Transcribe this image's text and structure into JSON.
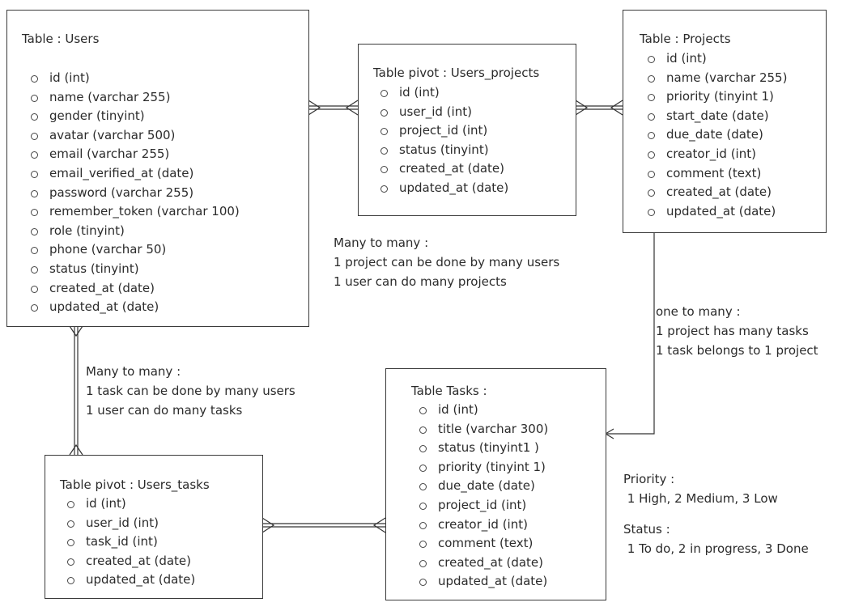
{
  "tables": {
    "users": {
      "title": "Table : Users",
      "fields": [
        "id (int)",
        "name (varchar 255)",
        "gender (tinyint)",
        "avatar (varchar 500)",
        "email (varchar 255)",
        "email_verified_at (date)",
        "password (varchar 255)",
        "remember_token (varchar 100)",
        "role (tinyint)",
        "phone (varchar 50)",
        "status (tinyint)",
        "created_at (date)",
        "updated_at (date)"
      ]
    },
    "users_projects": {
      "title": "Table pivot : Users_projects",
      "fields": [
        "id (int)",
        "user_id (int)",
        "project_id (int)",
        "status (tinyint)",
        "created_at (date)",
        "updated_at (date)"
      ]
    },
    "projects": {
      "title": "Table : Projects",
      "fields": [
        "id (int)",
        "name (varchar 255)",
        "priority (tinyint 1)",
        "start_date (date)",
        "due_date (date)",
        "creator_id (int)",
        "comment (text)",
        "created_at (date)",
        "updated_at (date)"
      ]
    },
    "tasks": {
      "title": "Table Tasks :",
      "fields": [
        "id (int)",
        "title (varchar 300)",
        "status (tinyint1 )",
        "priority (tinyint 1)",
        "due_date (date)",
        "project_id (int)",
        "creator_id (int)",
        "comment (text)",
        "created_at (date)",
        "updated_at (date)"
      ]
    },
    "users_tasks": {
      "title": "Table pivot : Users_tasks",
      "fields": [
        "id (int)",
        "user_id (int)",
        "task_id (int)",
        "created_at (date)",
        "updated_at (date)"
      ]
    }
  },
  "notes": {
    "users_projects": [
      "Many to many :",
      "1 project can be done by many users",
      "1 user can do many projects"
    ],
    "projects_tasks": [
      "one to many :",
      "1 project has many tasks",
      "1 task belongs to 1 project"
    ],
    "users_tasks": [
      "Many to many :",
      "1 task can be done by many users",
      "1 user can do many tasks"
    ],
    "priority": [
      "Priority :",
      " 1 High, 2 Medium, 3 Low"
    ],
    "status": [
      "Status :",
      " 1 To do, 2 in progress, 3 Done"
    ]
  }
}
